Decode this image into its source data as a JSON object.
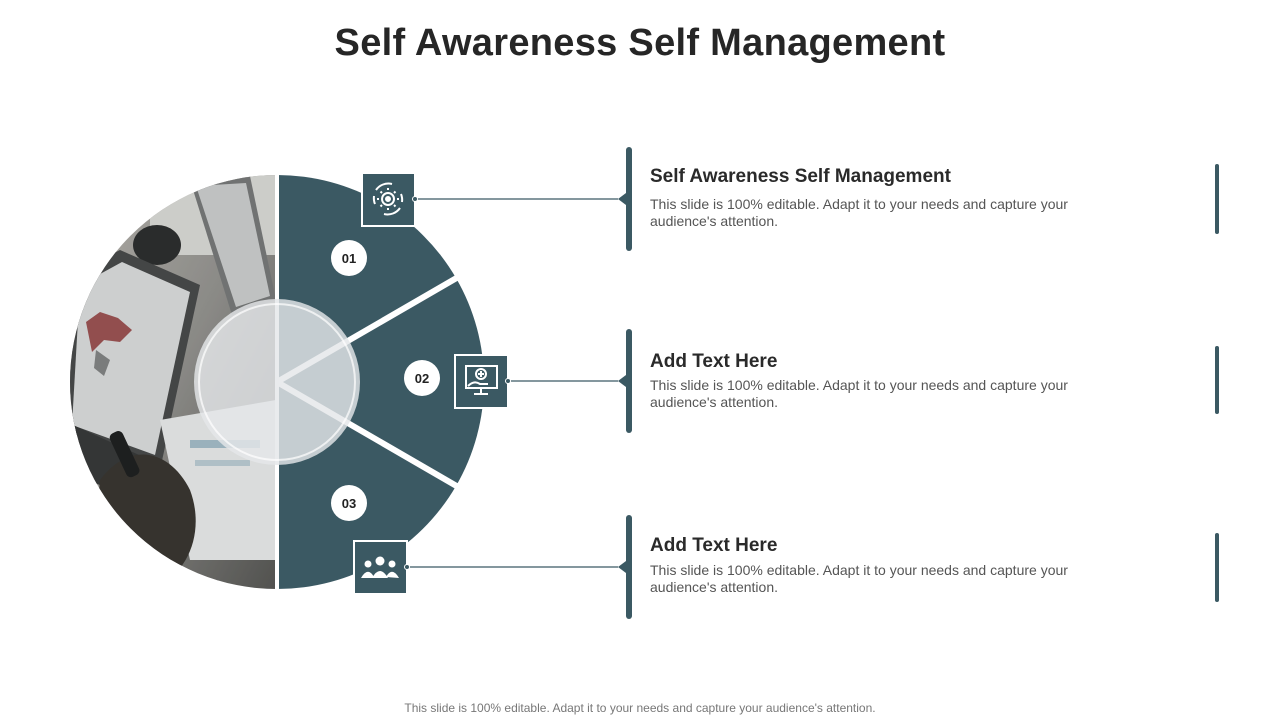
{
  "title": "Self Awareness Self Management",
  "colors": {
    "accent": "#3b5963",
    "inner_circle": "#e4e7e9",
    "text_dark": "#2a2a2a",
    "text_body": "#555555"
  },
  "items": [
    {
      "number": "01",
      "icon": "gear-arrows-icon",
      "heading": "Self Awareness Self Management",
      "description": "This slide is 100% editable.  Adapt it to your needs and capture your audience's attention."
    },
    {
      "number": "02",
      "icon": "computer-care-icon",
      "heading": "Add Text Here",
      "description": "This slide is 100% editable.  Adapt it to your needs and capture your audience's attention."
    },
    {
      "number": "03",
      "icon": "team-icon",
      "heading": "Add Text Here",
      "description": "This slide is 100% editable.  Adapt it to your needs and capture your audience's attention."
    }
  ],
  "photo": {
    "description_icon": "laptop-photo-image"
  },
  "footer": "This slide is 100% editable. Adapt it to your needs and capture your audience's attention."
}
